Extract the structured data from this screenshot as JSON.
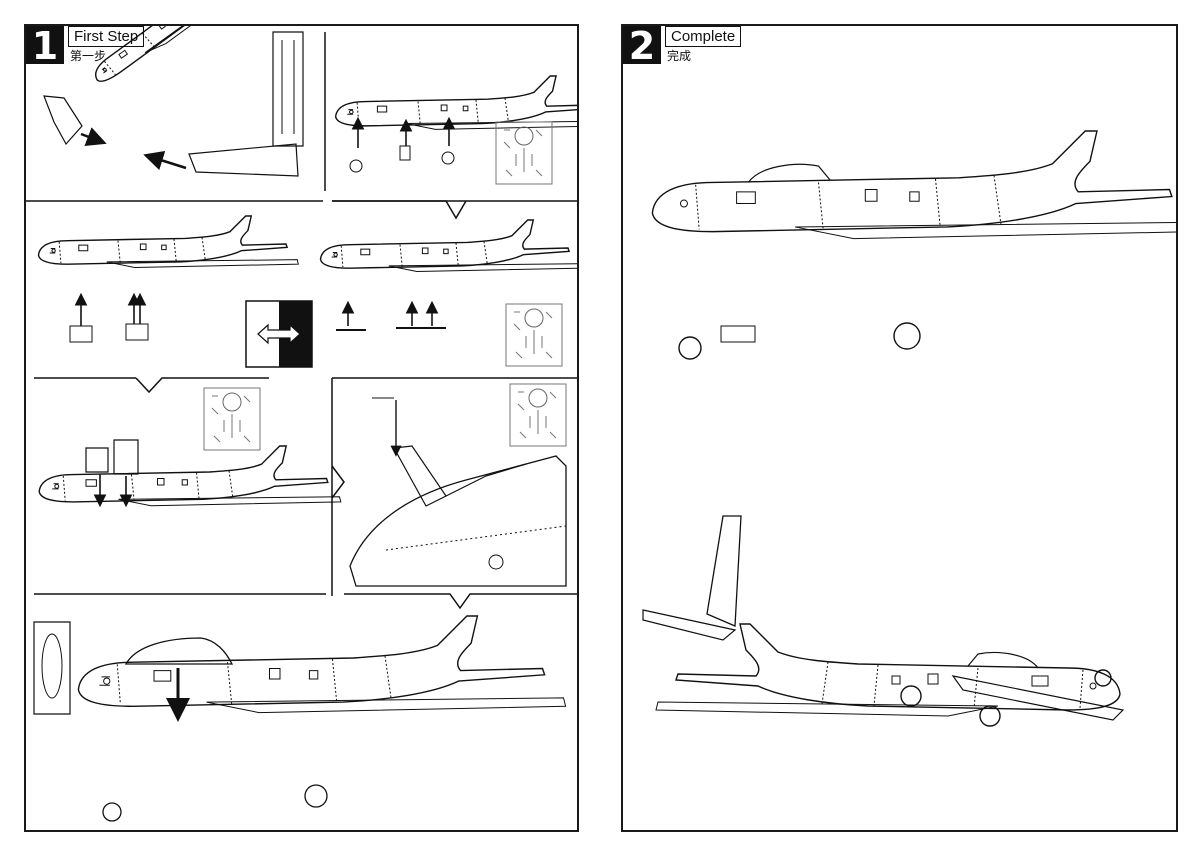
{
  "steps": [
    {
      "number": "1",
      "title": "First Step",
      "subtitle": "第一步"
    },
    {
      "number": "2",
      "title": "Complete",
      "subtitle": "完成"
    }
  ],
  "colors": {
    "ink": "#1a1a1a",
    "paper": "#ffffff"
  },
  "icons": [
    "aircraft-illustration",
    "arrow-icon",
    "flip-icon",
    "parts-sprue-icon",
    "canopy-icon"
  ]
}
